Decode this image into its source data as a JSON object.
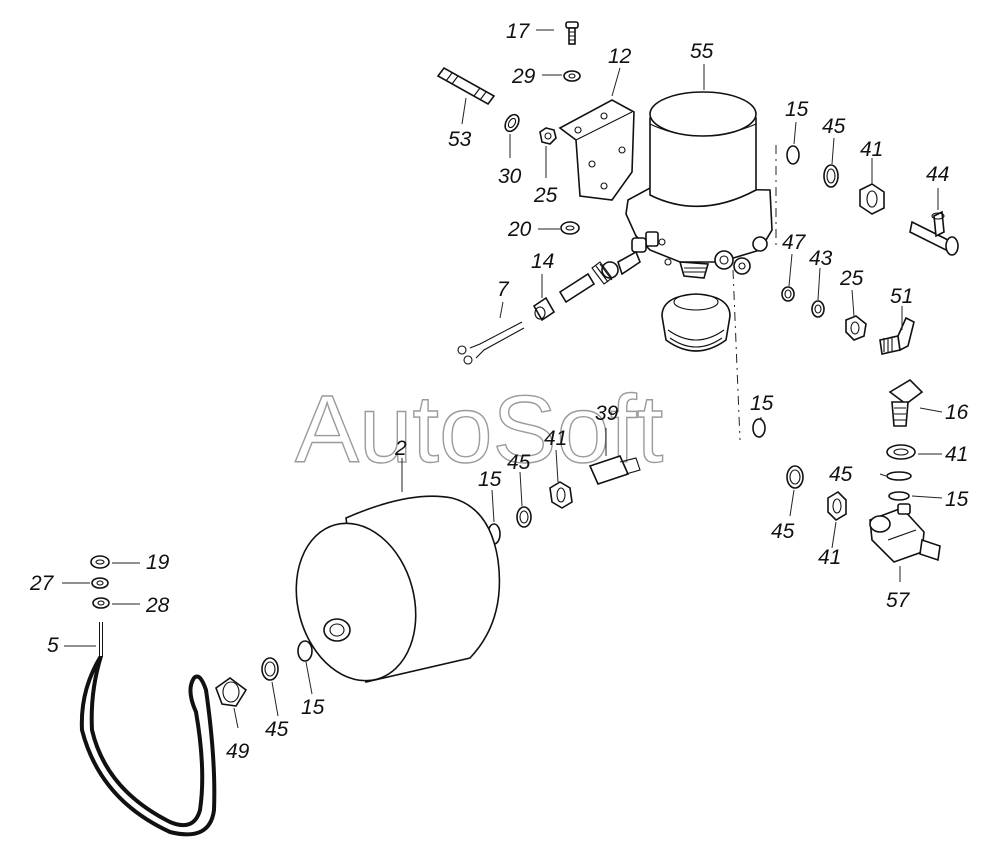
{
  "watermark": "AutoSoft",
  "labels": {
    "p17": "17",
    "p29": "29",
    "p12": "12",
    "p55": "55",
    "p53": "53",
    "p30": "30",
    "p25a": "25",
    "p20": "20",
    "p14": "14",
    "p7": "7",
    "p15a": "15",
    "p45a": "45",
    "p41a": "41",
    "p44": "44",
    "p47": "47",
    "p43": "43",
    "p25b": "25",
    "p51": "51",
    "p15b": "15",
    "p39": "39",
    "p41b": "41",
    "p2": "2",
    "p45b": "45",
    "p15c": "15",
    "p16": "16",
    "p41c": "41",
    "p45c": "45",
    "p15d": "15",
    "p45d": "45",
    "p41d": "41",
    "p57": "57",
    "p19": "19",
    "p27": "27",
    "p28": "28",
    "p5": "5",
    "p49": "49",
    "p45e": "45",
    "p15e": "15"
  }
}
